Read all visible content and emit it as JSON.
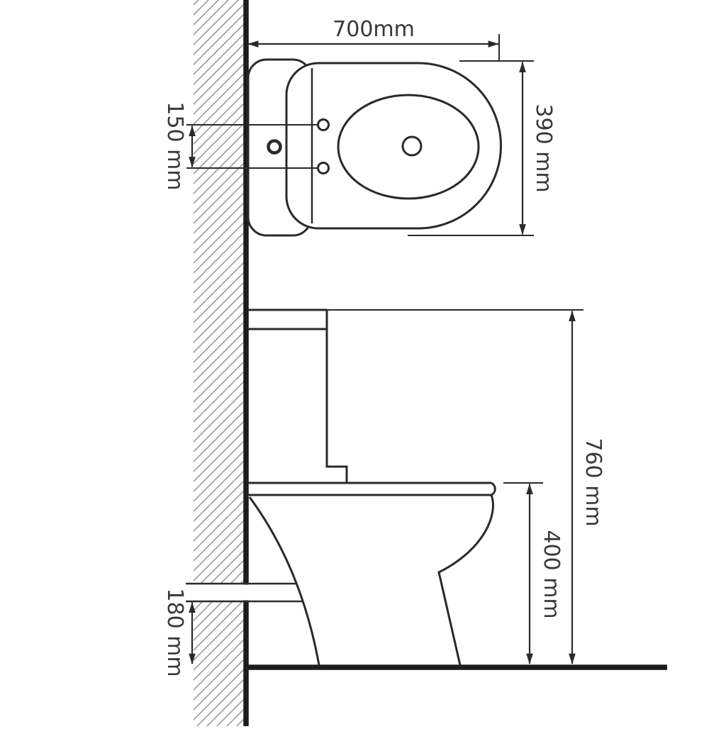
{
  "diagram": {
    "labels": {
      "d700": "700mm",
      "d390": "390 mm",
      "d150": "150 mm",
      "d760": "760 mm",
      "d400": "400 mm",
      "d180": "180 mm"
    },
    "colors": {
      "line": "#2a2a2a",
      "thick_line": "#1d1d1d",
      "hatch": "#9a9a9a",
      "background": "#ffffff",
      "text": "#383838"
    }
  }
}
